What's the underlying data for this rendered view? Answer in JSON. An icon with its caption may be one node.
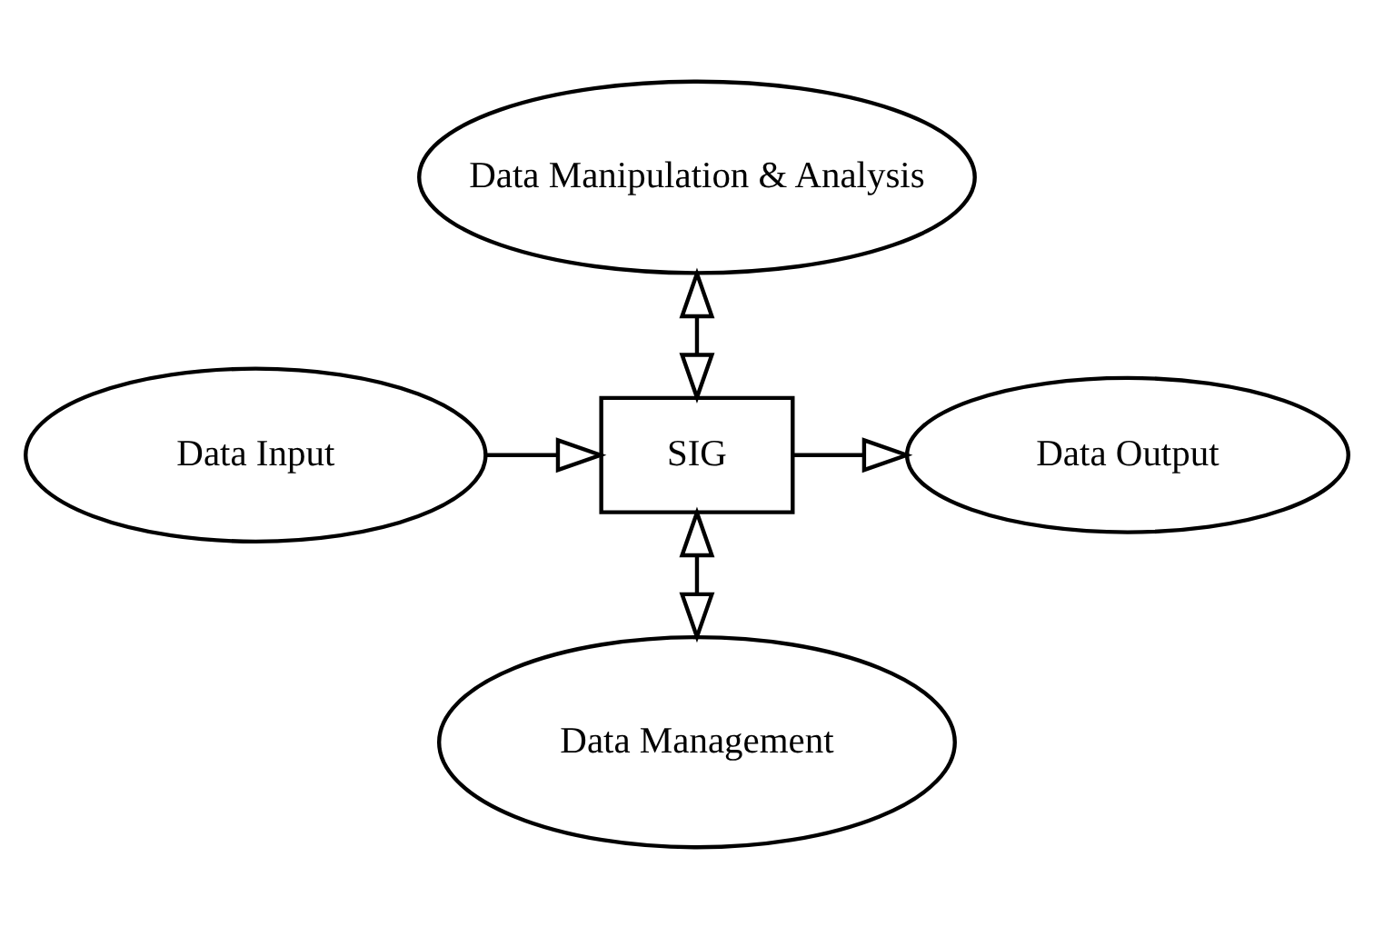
{
  "diagram": {
    "nodes": [
      {
        "text": [
          "Data Manipulation & Analysis"
        ]
      },
      {
        "text": [
          "Data Input"
        ]
      },
      {
        "text": [
          "SIG"
        ]
      },
      {
        "text": [
          "Data Output"
        ]
      },
      {
        "text": [
          "Data Management"
        ]
      }
    ],
    "edges": [
      {
        "from": 1,
        "to": 2,
        "arrow": "to"
      },
      {
        "from": 2,
        "to": 3,
        "arrow": "to"
      },
      {
        "from": 0,
        "to": 2,
        "arrow": "both"
      },
      {
        "from": 2,
        "to": 4,
        "arrow": "both"
      }
    ]
  }
}
